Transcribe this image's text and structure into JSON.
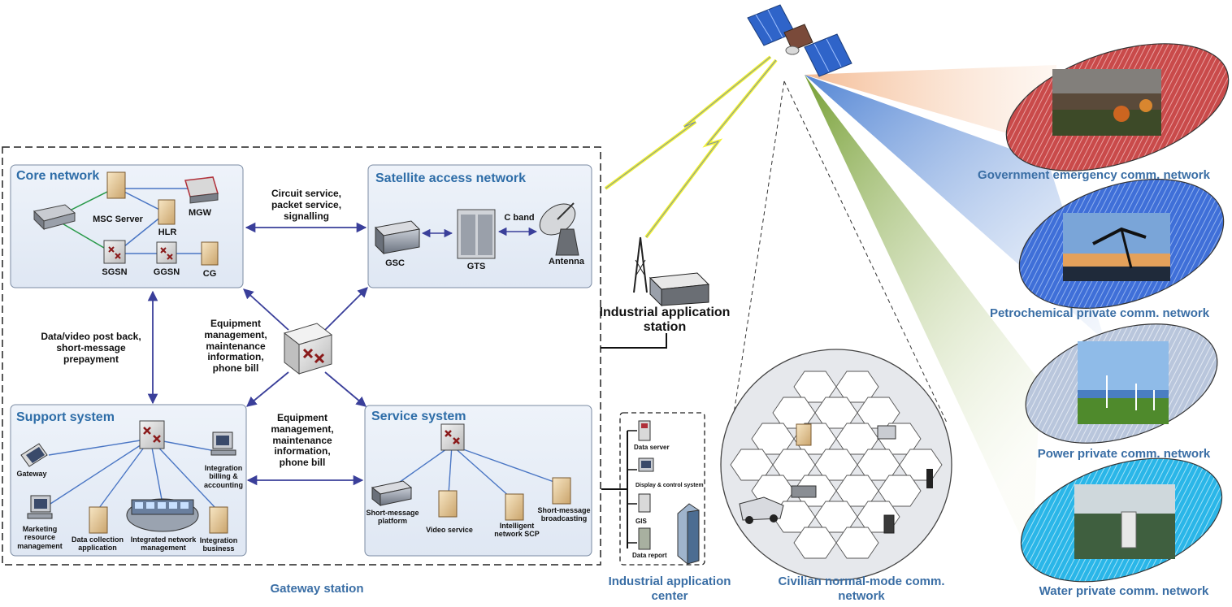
{
  "gateway": {
    "caption": "Gateway station",
    "core": {
      "title": "Core network",
      "msc_server": "MSC Server",
      "mgw": "MGW",
      "hlr": "HLR",
      "sgsn": "SGSN",
      "ggsn": "GGSN",
      "cg": "CG"
    },
    "satellite_access": {
      "title": "Satellite access network",
      "gsc": "GSC",
      "gts": "GTS",
      "antenna": "Antenna",
      "c_band": "C band"
    },
    "support": {
      "title": "Support system",
      "gateway": "Gateway",
      "integration_billing": "Integration billing & accounting",
      "marketing": "Marketing resource management",
      "data_collection": "Data collection application",
      "integrated_nm": "Integrated network management",
      "integration_business": "Integration business"
    },
    "service": {
      "title": "Service system",
      "sm_platform": "Short-message platform",
      "video": "Video service",
      "scp": "Intelligent network SCP",
      "sm_broadcast": "Short-message broadcasting"
    },
    "links": {
      "circuit": "Circuit service, packet service, signalling",
      "data_video": "Data/video post back, short-message prepayment",
      "equip_top": "Equipment management, maintenance information, phone bill",
      "equip_bottom": "Equipment management, maintenance information, phone bill"
    }
  },
  "industrial_station": "Industrial application station",
  "industrial_center": {
    "caption": "Industrial application center",
    "data_server": "Data server",
    "display_control": "Display & control system",
    "gis": "GIS",
    "data_report": "Data report"
  },
  "civilian": {
    "caption": "Civilian normal-mode comm. network"
  },
  "networks": {
    "government": "Government emergency comm. network",
    "petrochemical": "Petrochemical private comm. network",
    "power": "Power private comm. network",
    "water": "Water private comm. network"
  },
  "colors": {
    "title_blue": "#2e6da8",
    "panel_fill": "#e6edf7",
    "arrow": "#3a3f9a",
    "gov_ellipse": "#c94a4a",
    "petro_ellipse": "#3f6fd8",
    "power_ellipse": "#b9c6dc",
    "water_ellipse": "#2ab6e8",
    "beam_orange": "#f6c9a4",
    "beam_blue": "#5b8fd8",
    "beam_green": "#7fa339"
  }
}
